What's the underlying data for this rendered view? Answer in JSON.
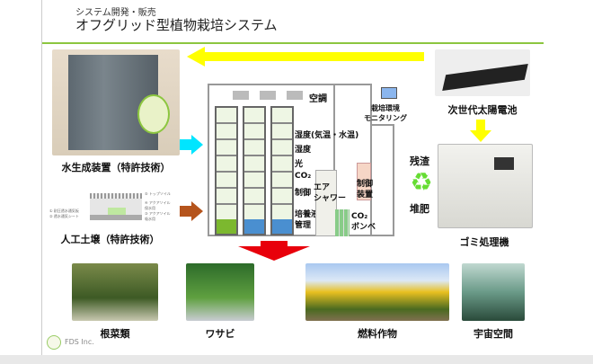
{
  "header": {
    "subtitle": "システム開発・販売",
    "title": "オフグリッド型植物栽培システム"
  },
  "left": {
    "water_generator": "水生成装置（特許技術）",
    "artificial_soil": "人工土壌（特許技術）",
    "soil_labels": [
      "⑤ トップソイル",
      "④ アクアソイル 保水用",
      "③ アクアソイル 吸水用",
      "① 耐圧透水通気板",
      "② 透水通気シート"
    ]
  },
  "building": {
    "aircon": "空調",
    "monitoring": "栽培環境\nモニタリング",
    "controls": [
      "湿度(気温・水温)",
      "湿度",
      "光",
      "CO₂",
      "制御"
    ],
    "nutrient": "培養液\n管理",
    "air_shower": "エア\nシャワー",
    "control_unit": "制御\n装置",
    "co2_tank": "CO₂\nボンベ"
  },
  "right": {
    "solar": "次世代太陽電池",
    "residue": "残渣",
    "compost": "堆肥",
    "garbage": "ゴミ処理機"
  },
  "bottom": {
    "items": [
      "根菜類",
      "ワサビ",
      "燃料作物",
      "宇宙空間"
    ]
  },
  "footer": {
    "company": "FDS Inc."
  },
  "colors": {
    "accent_green": "#8cc63f",
    "arrow_yellow": "#ffff00",
    "arrow_cyan": "#00e5ff",
    "arrow_brown": "#b5541c",
    "arrow_red": "#e8000b",
    "recycle_green": "#66dd33"
  }
}
